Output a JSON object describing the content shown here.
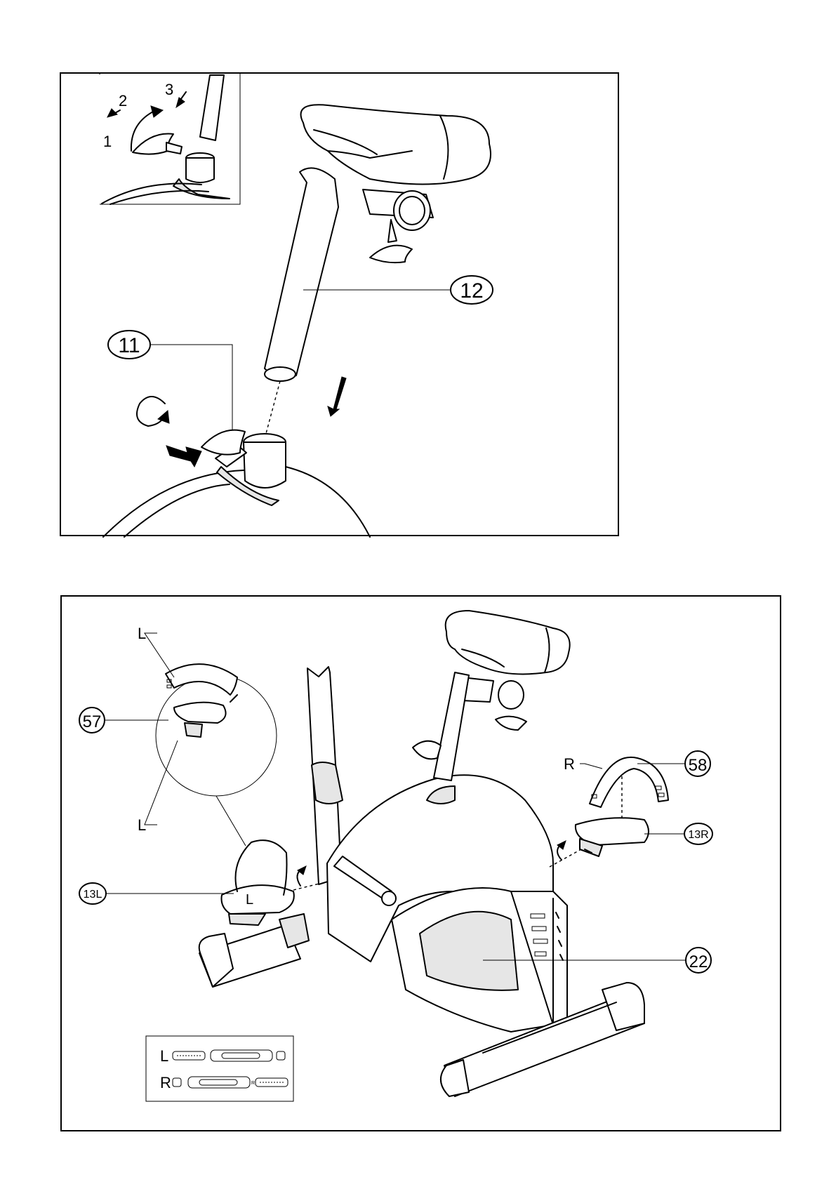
{
  "panel_1": {
    "inset_steps": [
      "1",
      "2",
      "3"
    ],
    "callouts": [
      "12",
      "11"
    ]
  },
  "panel_2": {
    "callouts": [
      "57",
      "58",
      "13R",
      "13L",
      "22"
    ],
    "side_labels": [
      "L",
      "L",
      "R",
      "L"
    ],
    "legend": {
      "rows": [
        {
          "side": "L",
          "mark": ""
        },
        {
          "side": "R",
          "mark": "R"
        }
      ]
    }
  }
}
